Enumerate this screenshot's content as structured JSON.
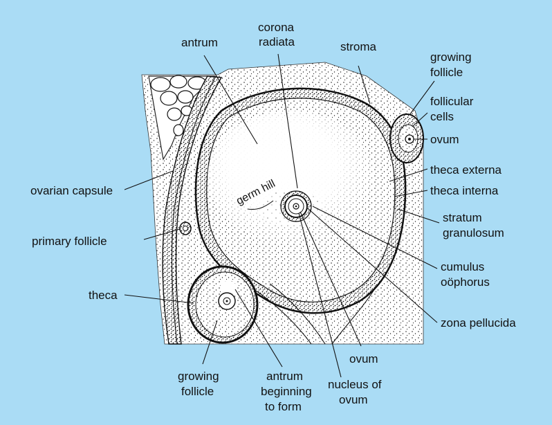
{
  "colors": {
    "background": "#aadcf5",
    "tissue": "#ffffff",
    "ink": "#111111"
  },
  "labels": {
    "antrum": "antrum",
    "corona_radiata_1": "corona",
    "corona_radiata_2": "radiata",
    "stroma": "stroma",
    "growing_follicle_top_1": "growing",
    "growing_follicle_top_2": "follicle",
    "follicular_cells_1": "follicular",
    "follicular_cells_2": "cells",
    "ovum_top": "ovum",
    "theca_externa": "theca externa",
    "theca_interna": "theca interna",
    "stratum_granulosum_1": "stratum",
    "stratum_granulosum_2": "granulosum",
    "cumulus_oophorus_1": "cumulus",
    "cumulus_oophorus_2": "oöphorus",
    "zona_pellucida": "zona pellucida",
    "ovarian_capsule": "ovarian capsule",
    "primary_follicle": "primary follicle",
    "theca": "theca",
    "germ_hill": "germ hill",
    "growing_follicle_bottom_1": "growing",
    "growing_follicle_bottom_2": "follicle",
    "antrum_beginning_1": "antrum",
    "antrum_beginning_2": "beginning",
    "antrum_beginning_3": "to form",
    "nucleus_of_ovum_1": "nucleus of",
    "nucleus_of_ovum_2": "ovum",
    "ovum_bottom": "ovum"
  }
}
